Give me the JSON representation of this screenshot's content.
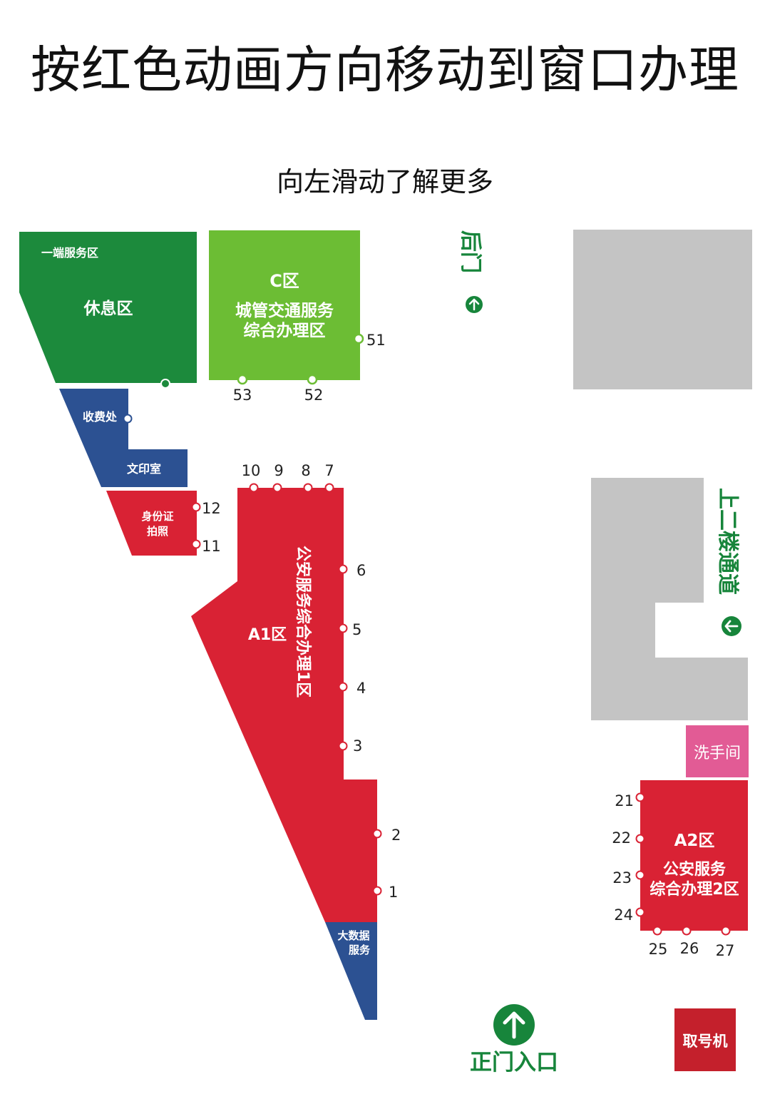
{
  "title": "按红色动画方向移动到窗口办理",
  "hint": "向左滑动了解更多",
  "colors": {
    "dark_green": "#1c8a3c",
    "light_green": "#6cbd34",
    "blue": "#2c5192",
    "red": "#d92234",
    "gray": "#c4c4c4",
    "pink": "#e25b95",
    "dark_red": "#c4202c",
    "exit_green": "#17853b"
  },
  "zones": {
    "rest": {
      "subtitle": "一端服务区",
      "label": "休息区"
    },
    "c_zone": {
      "title": "C区",
      "line1": "城管交通服务",
      "line2": "综合办理区"
    },
    "cashier": {
      "label": "收费处"
    },
    "print": {
      "label": "文印室"
    },
    "id_photo": {
      "line1": "身份证",
      "line2": "拍照"
    },
    "a1": {
      "title": "A1区",
      "vertical": "公安服务综合办理1区"
    },
    "big_data": {
      "line1": "大数据",
      "line2": "服务"
    },
    "toilet": {
      "label": "洗手间"
    },
    "a2": {
      "title": "A2区",
      "line1": "公安服务",
      "line2": "综合办理2区"
    },
    "ticket": {
      "label": "取号机"
    }
  },
  "directions": {
    "back_door": {
      "label": "后门",
      "icon": "arrow-up-icon"
    },
    "upstairs": {
      "label": "上二楼通道",
      "icon": "arrow-left-icon"
    },
    "main_entrance": {
      "label": "正门入口",
      "icon": "arrow-up-icon"
    }
  },
  "windows": {
    "w51": "51",
    "w52": "52",
    "w53": "53",
    "w10": "10",
    "w9": "9",
    "w8": "8",
    "w7": "7",
    "w12": "12",
    "w11": "11",
    "w6": "6",
    "w5": "5",
    "w4": "4",
    "w3": "3",
    "w2": "2",
    "w1": "1",
    "w21": "21",
    "w22": "22",
    "w23": "23",
    "w24": "24",
    "w25": "25",
    "w26": "26",
    "w27": "27"
  }
}
